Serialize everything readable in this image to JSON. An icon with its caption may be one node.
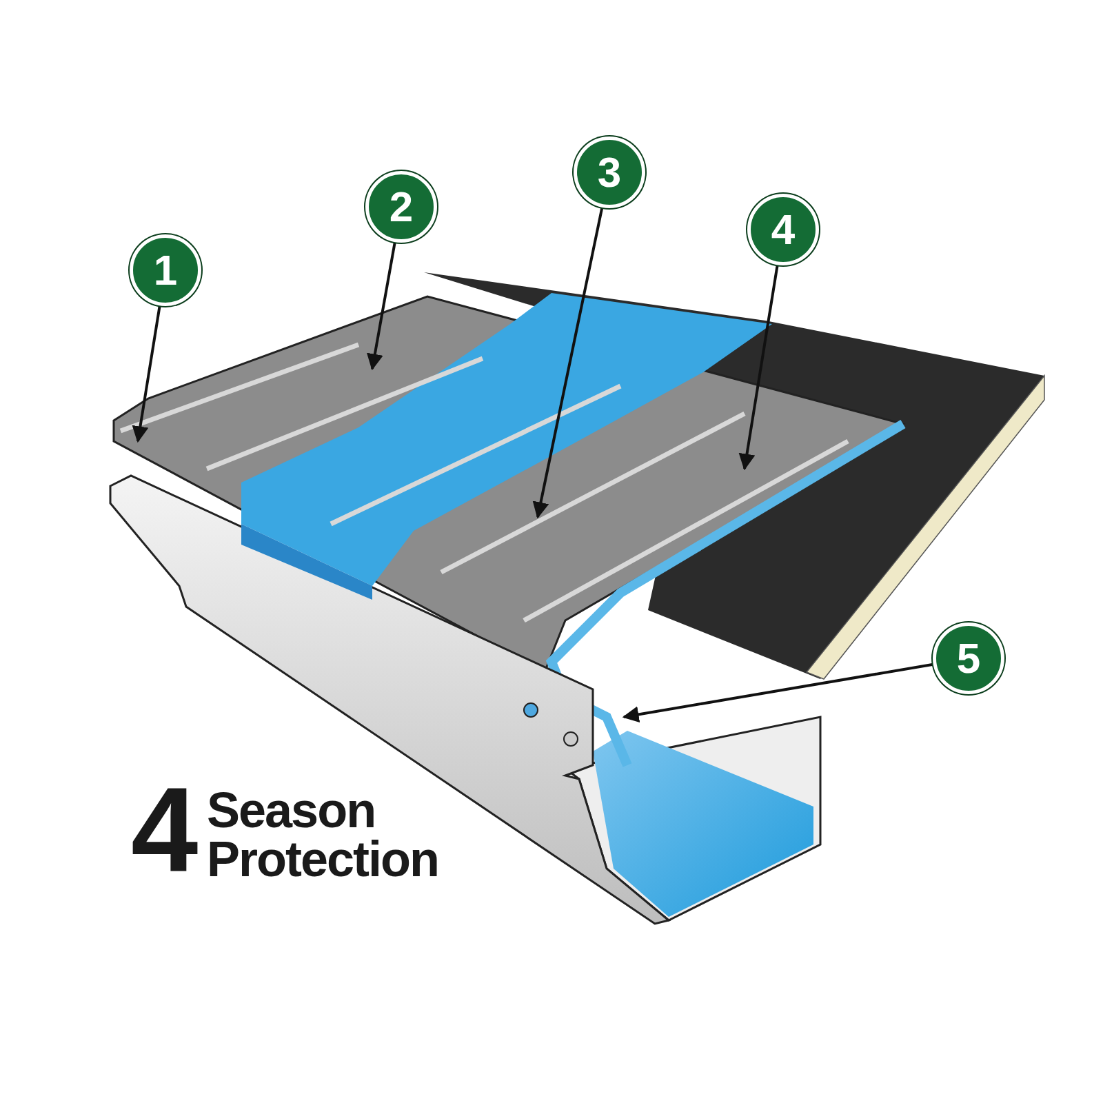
{
  "diagram": {
    "nodes": [
      {
        "text": [
          "1"
        ]
      },
      {
        "text": [
          "2"
        ]
      },
      {
        "text": [
          "3"
        ]
      },
      {
        "text": [
          "4"
        ]
      },
      {
        "text": [
          "5"
        ]
      }
    ],
    "edges": [
      {
        "from": 0,
        "to": null,
        "arrow": "to"
      },
      {
        "from": 1,
        "to": null,
        "arrow": "to"
      },
      {
        "from": 2,
        "to": null,
        "arrow": "to"
      },
      {
        "from": 3,
        "to": null,
        "arrow": "to"
      },
      {
        "from": 4,
        "to": null,
        "arrow": "to"
      }
    ],
    "labels": [
      "4",
      "Season Protection"
    ]
  }
}
